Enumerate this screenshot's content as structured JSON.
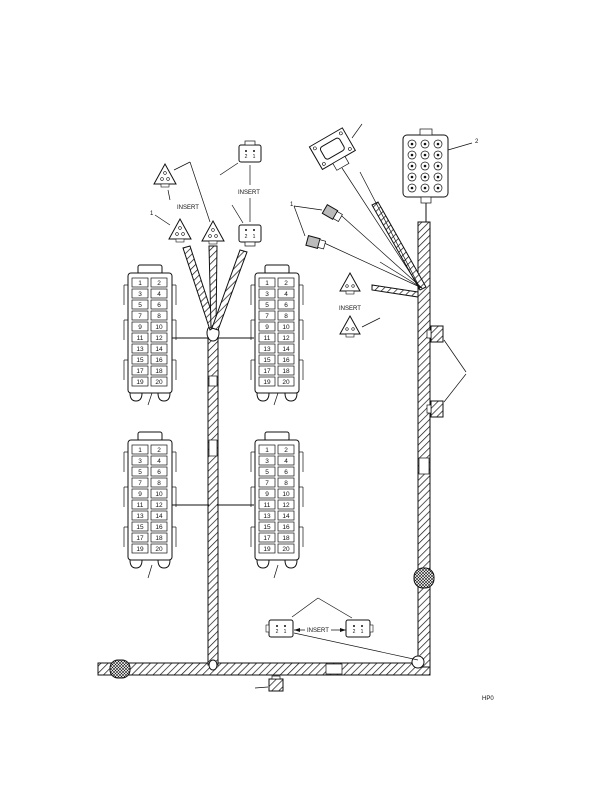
{
  "labels": {
    "insert": "INSERT",
    "figure_id": "HP0",
    "connector_pins": [
      "1",
      "2",
      "3",
      "4",
      "5",
      "6",
      "7",
      "8",
      "9",
      "10",
      "11",
      "12",
      "13",
      "14",
      "15",
      "16",
      "17",
      "18",
      "19",
      "20"
    ]
  },
  "callouts": {
    "left_small_1": "1",
    "right_small_1": "1",
    "right_top_2": "2"
  }
}
